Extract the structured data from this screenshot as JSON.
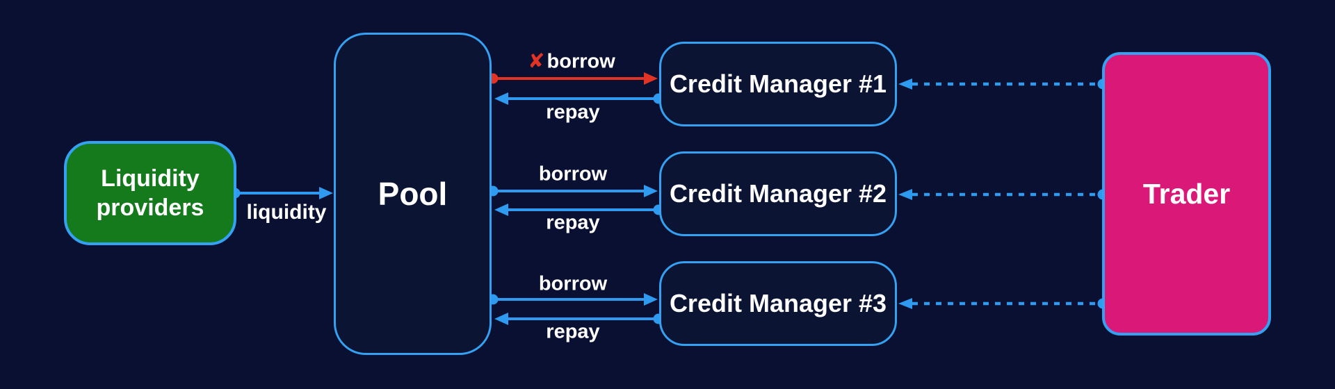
{
  "colors": {
    "background": "#0a1031",
    "node_fill": "#0c1434",
    "line_blue": "#2e9af0",
    "border_blue": "#35a1f2",
    "red": "#e23325",
    "green": "#157a1c",
    "pink": "#da1878",
    "text": "#ffffff"
  },
  "nodes": {
    "liquidity_providers": {
      "label": "Liquidity providers"
    },
    "pool": {
      "label": "Pool"
    },
    "credit_managers": [
      {
        "label": "Credit Manager #1"
      },
      {
        "label": "Credit Manager #2"
      },
      {
        "label": "Credit Manager #3"
      }
    ],
    "trader": {
      "label": "Trader"
    }
  },
  "edges": {
    "liquidity": {
      "label": "liquidity"
    },
    "rows": [
      {
        "borrow_label": "borrow",
        "repay_label": "repay",
        "blocked_icon": "✘"
      },
      {
        "borrow_label": "borrow",
        "repay_label": "repay"
      },
      {
        "borrow_label": "borrow",
        "repay_label": "repay"
      }
    ]
  }
}
